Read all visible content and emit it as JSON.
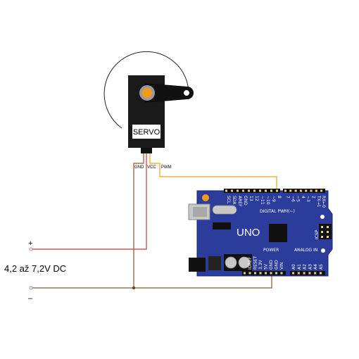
{
  "servo": {
    "label": "SERVO",
    "pins": {
      "gnd": "GND",
      "vcc": "VCC",
      "pwm": "PWM"
    }
  },
  "power_supply": {
    "positive": "+",
    "negative": "–",
    "voltage": "4,2 až 7,2V DC"
  },
  "arduino": {
    "model": "UNO",
    "digital_header": "DIGITAL PWM(~)",
    "power_header": "POWER",
    "analog_header": "ANALOG IN",
    "icsp": "ICSP",
    "top_pins": [
      "SCL",
      "SDA",
      "AREF",
      "GND",
      "13",
      "12",
      "~11",
      "~10",
      "~9",
      "8",
      "7",
      "~6",
      "~5",
      "4",
      "~3",
      "2",
      "TX→1",
      "RX←0"
    ],
    "power_pins": [
      "IOREF",
      "RESET",
      "3.3V",
      "5V",
      "GND",
      "GND",
      "VIN"
    ],
    "analog_pins": [
      "A0",
      "A1",
      "A2",
      "A3",
      "A4",
      "A5"
    ]
  },
  "colors": {
    "board": "#2b3c9a",
    "wire_vcc": "#e03030",
    "wire_gnd": "#8a5a2a",
    "wire_pwm": "#f0a020",
    "servo_body": "#1a1a1a",
    "servo_hub": "#f39a1e"
  }
}
